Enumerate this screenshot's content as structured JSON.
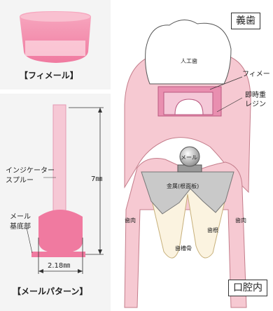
{
  "top_left": {
    "caption": "【フィメール】"
  },
  "bottom_left": {
    "caption": "【メールパターン】",
    "label_sprue": [
      "インジケーター",
      "スプルー"
    ],
    "label_base": [
      "メール",
      "基底部"
    ],
    "dim_height": "7㎜",
    "dim_width": "2.18㎜"
  },
  "right": {
    "label_upper": "義歯",
    "label_lower": "口腔内",
    "artificial_tooth": "人工歯",
    "female": "フィメー",
    "resin": [
      "即時重",
      "レジン"
    ],
    "male": "メール",
    "metal": "金属(根面板)",
    "gum_left": "歯肉",
    "gum_right": "歯肉",
    "root": "歯根",
    "bone": "歯槽骨"
  },
  "colors": {
    "pink": "#f07fa2",
    "light_pink": "#f8c6d2",
    "resin_pink": "#e98fb0",
    "metal": "#c9c9c9"
  }
}
